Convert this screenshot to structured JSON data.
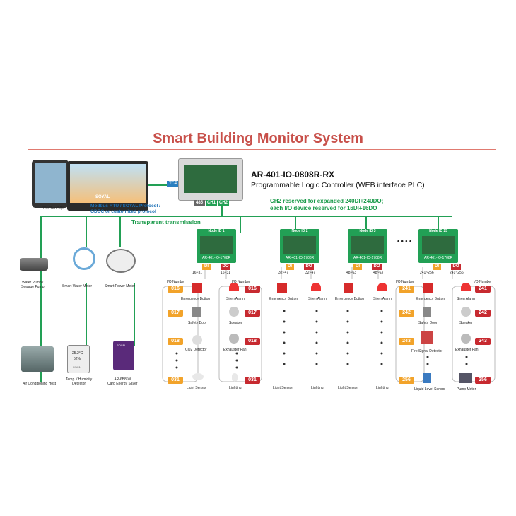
{
  "title": "Smart Building Monitor System",
  "controller": {
    "model": "AR-401-IO-0808R-RX",
    "description": "Programmable Logic Controller (WEB interface PLC)",
    "ports": [
      "485",
      "CH1",
      "CH2"
    ],
    "tcp": "TCP"
  },
  "ch2_note": [
    "CH2 reserved for expanded 240DI+240DO;",
    "each I/O device reserved for 16DI+16DO"
  ],
  "protocol": [
    "Modbus RTU / SOYAL Protocol /",
    "ODBC or customized protocol"
  ],
  "software": {
    "label": "701ClientSQL",
    "brand": "SOYAL"
  },
  "transparent": "Transparent transmission",
  "meters": [
    {
      "label": "Water Pump /\nSewage Pump"
    },
    {
      "label": "Smart Water Meter"
    },
    {
      "label": "Smart Power Meter"
    }
  ],
  "devices_bottom": [
    {
      "label": "Air Conditioning Host"
    },
    {
      "label": "Temp. / Humidity\nDetector",
      "temp": "25.2°C",
      "hum": "52%",
      "brand": "SOYAL"
    },
    {
      "label": "AR-6B8-W\nCard Energy Saver",
      "brand": "SOYAL"
    }
  ],
  "nodes": [
    {
      "id": "Node ID 1",
      "model": "AR-401-IO-1708R",
      "di": "DI",
      "do": "DO",
      "di_range": "16~31",
      "do_range": "16~31"
    },
    {
      "id": "Node ID 2",
      "model": "AR-401-IO-1708R",
      "di": "DI",
      "do": "DO",
      "di_range": "32~47",
      "do_range": "32~47"
    },
    {
      "id": "Node ID 3",
      "model": "AR-401-IO-1708R",
      "di": "DI",
      "do": "DO",
      "di_range": "48~63",
      "do_range": "48~63"
    },
    {
      "id": "Node ID 15",
      "model": "AR-401-IO-1708R",
      "di": "DI",
      "do": "DO",
      "di_range": "241~256",
      "do_range": "241~256"
    }
  ],
  "io_number": "I/O Number",
  "left_group": {
    "di": [
      {
        "n": "016",
        "label": "Emergency Button"
      },
      {
        "n": "017",
        "label": "Safety Door"
      },
      {
        "n": "018",
        "label": "CO2 Detector"
      },
      {
        "n": "031",
        "label": "Light Sensor"
      }
    ],
    "do": [
      {
        "n": "016",
        "label": "Siren Alarm"
      },
      {
        "n": "017",
        "label": "Speaker"
      },
      {
        "n": "018",
        "label": "Exhauster Fan"
      },
      {
        "n": "031",
        "label": "Lighting"
      }
    ]
  },
  "middle_labels": {
    "node2": [
      "Emergency Button",
      "Siren Alarm",
      "Light Sensor",
      "Lighting"
    ],
    "node3": [
      "Emergency Button",
      "Siren Alarm",
      "Light Sensor",
      "Lighting"
    ]
  },
  "right_group": {
    "di": [
      {
        "n": "241",
        "label": "Emergency Button"
      },
      {
        "n": "242",
        "label": "Safety Door"
      },
      {
        "n": "243",
        "label": "Fire Signal Detector"
      },
      {
        "n": "256",
        "label": "Liquid Level Sensor"
      }
    ],
    "do": [
      {
        "n": "241",
        "label": "Siren Alarm"
      },
      {
        "n": "242",
        "label": "Speaker"
      },
      {
        "n": "243",
        "label": "Exhauster Fan"
      },
      {
        "n": "256",
        "label": "Pump Motor"
      }
    ]
  },
  "ellipsis": "• • • •",
  "colors": {
    "title": "#c8504a",
    "green": "#22a055",
    "orange": "#f2a32a",
    "red": "#c72a30"
  }
}
